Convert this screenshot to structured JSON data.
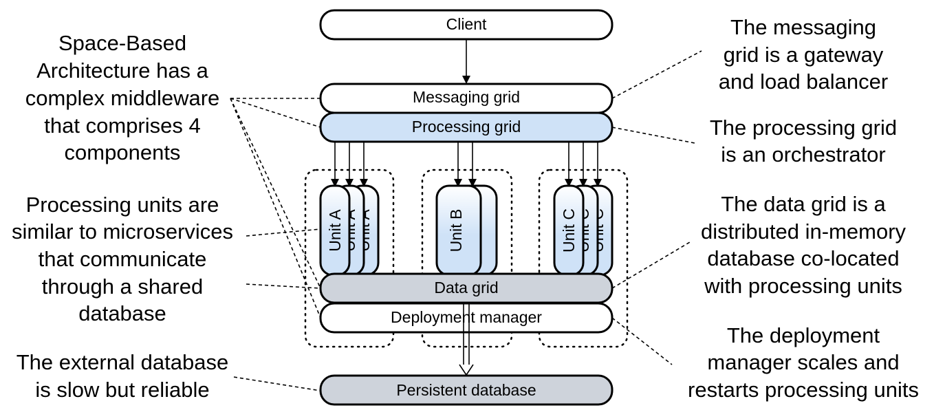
{
  "colors": {
    "white_box": "#ffffff",
    "blue_box": "#cfe2f7",
    "gray_box": "#ced3db",
    "stroke": "#000000"
  },
  "boxes": {
    "client": "Client",
    "messaging_grid": "Messaging grid",
    "processing_grid": "Processing grid",
    "data_grid": "Data grid",
    "deployment_manager": "Deployment manager",
    "persistent_database": "Persistent database"
  },
  "units": {
    "a": "Unit A",
    "b": "Unit B",
    "c": "Unit C"
  },
  "annotations": {
    "space_based": [
      "Space-Based",
      "Architecture has a",
      "complex middleware",
      "that comprises 4",
      "components"
    ],
    "processing_units": [
      "Processing units are",
      "similar to microservices",
      "that communicate",
      "through a shared",
      "database"
    ],
    "external_db": [
      "The external database",
      "is slow but reliable"
    ],
    "messaging": [
      "The messaging",
      "grid is a gateway",
      "and load balancer"
    ],
    "processing": [
      "The processing grid",
      "is an orchestrator"
    ],
    "data_grid": [
      "The data grid is a",
      "distributed in-memory",
      "database co-located",
      "with processing units"
    ],
    "deployment": [
      "The deployment",
      "manager scales and",
      "restarts processing units"
    ]
  }
}
